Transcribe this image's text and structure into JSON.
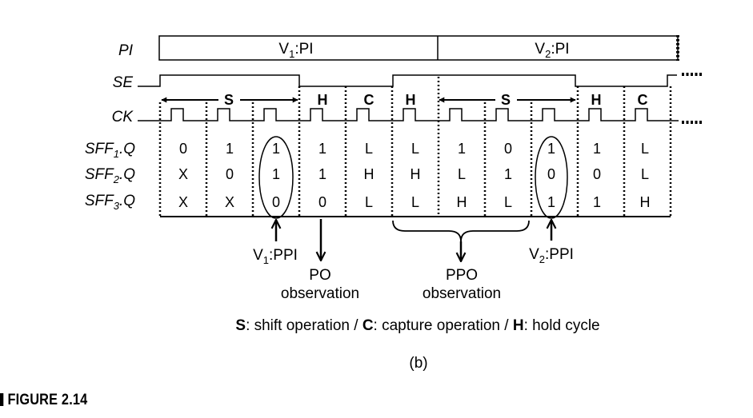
{
  "signals": {
    "pi": {
      "name": "PI"
    },
    "se": {
      "name": "SE"
    },
    "ck": {
      "name": "CK"
    },
    "sff1": {
      "base": "SFF",
      "sub": "1",
      "suffix": ".Q"
    },
    "sff2": {
      "base": "SFF",
      "sub": "2",
      "suffix": ".Q"
    },
    "sff3": {
      "base": "SFF",
      "sub": "3",
      "suffix": ".Q"
    }
  },
  "pi_segments": [
    {
      "pre": "V",
      "sub": "1",
      "post": ":PI"
    },
    {
      "pre": "V",
      "sub": "2",
      "post": ":PI"
    }
  ],
  "ops": {
    "shift1": "S",
    "hold1": "H",
    "capture1": "C",
    "hold2": "H",
    "shift2": "S",
    "hold3": "H",
    "capture2": "C"
  },
  "values": {
    "sff1": [
      "0",
      "1",
      "1",
      "1",
      "L",
      "L",
      "1",
      "0",
      "1",
      "1",
      "L"
    ],
    "sff2": [
      "X",
      "0",
      "1",
      "1",
      "H",
      "H",
      "L",
      "1",
      "0",
      "0",
      "L"
    ],
    "sff3": [
      "X",
      "X",
      "0",
      "0",
      "L",
      "L",
      "H",
      "L",
      "1",
      "1",
      "H"
    ]
  },
  "annotations": {
    "v1ppi": {
      "pre": "V",
      "sub": "1",
      "post": ":PPI"
    },
    "v2ppi": {
      "pre": "V",
      "sub": "2",
      "post": ":PPI"
    },
    "po_line1": "PO",
    "po_line2": "observation",
    "ppo_line1": "PPO",
    "ppo_line2": "observation"
  },
  "legend": {
    "s_key": "S",
    "s_text": ": shift operation / ",
    "c_key": "C",
    "c_text": ": capture operation / ",
    "h_key": "H",
    "h_text": ": hold cycle"
  },
  "subfigure_label": "(b)",
  "figure_label": "FIGURE 2.14"
}
